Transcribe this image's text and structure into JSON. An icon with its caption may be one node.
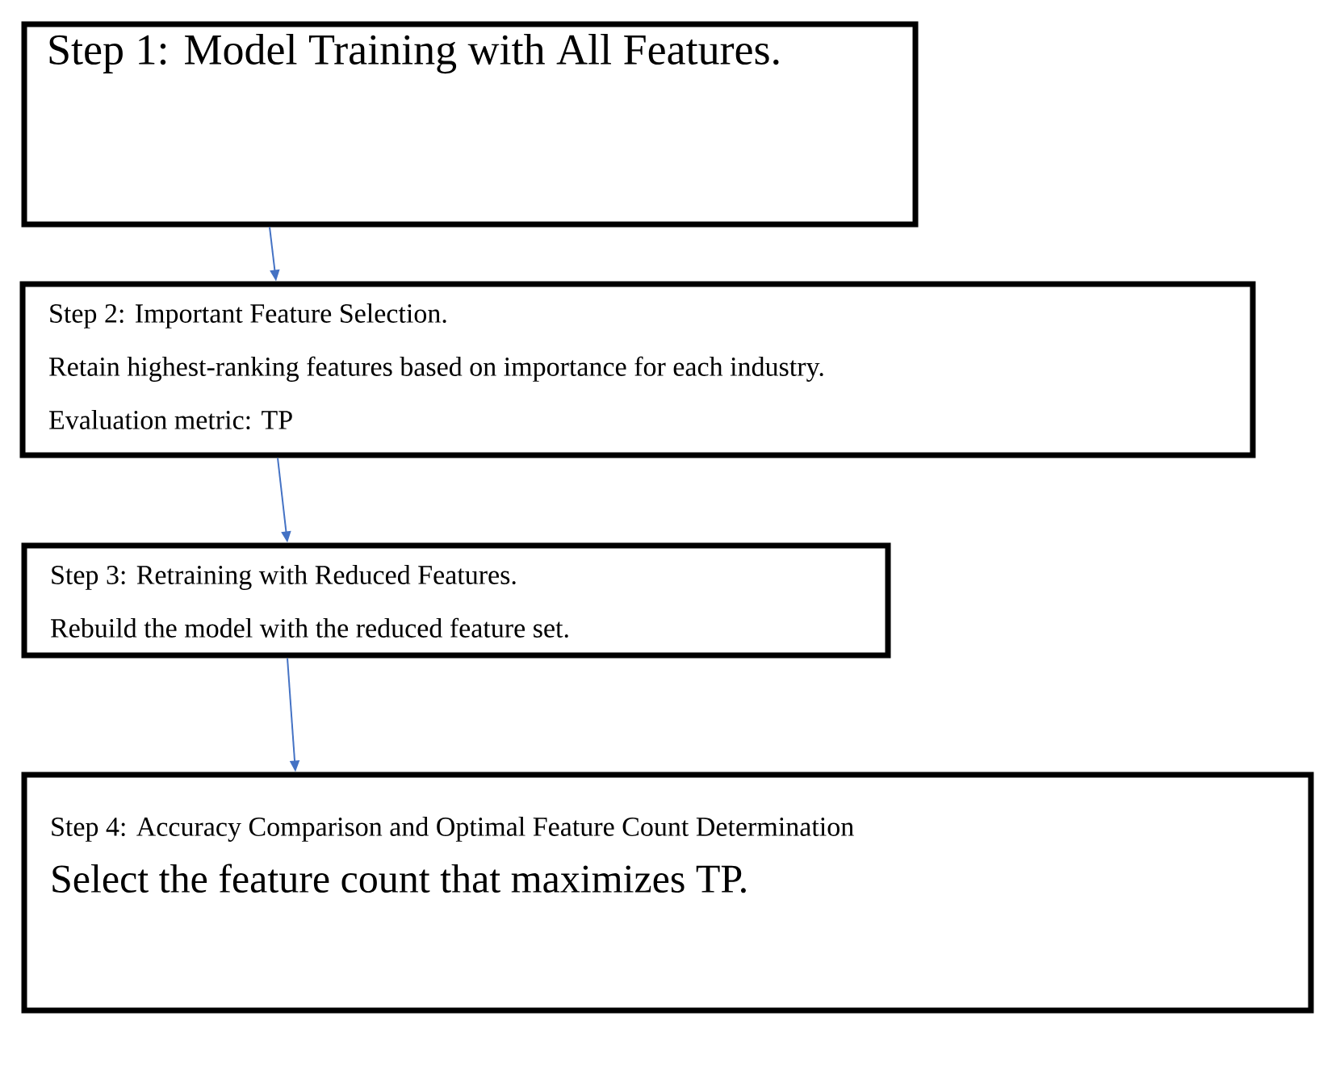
{
  "diagram": {
    "nodes": [
      {
        "text": [
          "Step 1: Model Training with All Features."
        ]
      },
      {
        "text": [
          "Step 2: Important Feature Selection.",
          "Retain highest-ranking features based on importance for each industry.",
          "Evaluation metric: TP"
        ]
      },
      {
        "text": [
          "Step 3: Retraining with Reduced Features.",
          "Rebuild the model with the reduced feature set."
        ]
      },
      {
        "text": [
          "Step 4: Accuracy Comparison and Optimal Feature Count Determination",
          "Select the feature count that maximizes TP."
        ]
      }
    ],
    "edges": [
      {
        "from": 0,
        "to": 1,
        "arrow": "to"
      },
      {
        "from": 1,
        "to": 2,
        "arrow": "to"
      },
      {
        "from": 2,
        "to": 3,
        "arrow": "to"
      }
    ]
  }
}
